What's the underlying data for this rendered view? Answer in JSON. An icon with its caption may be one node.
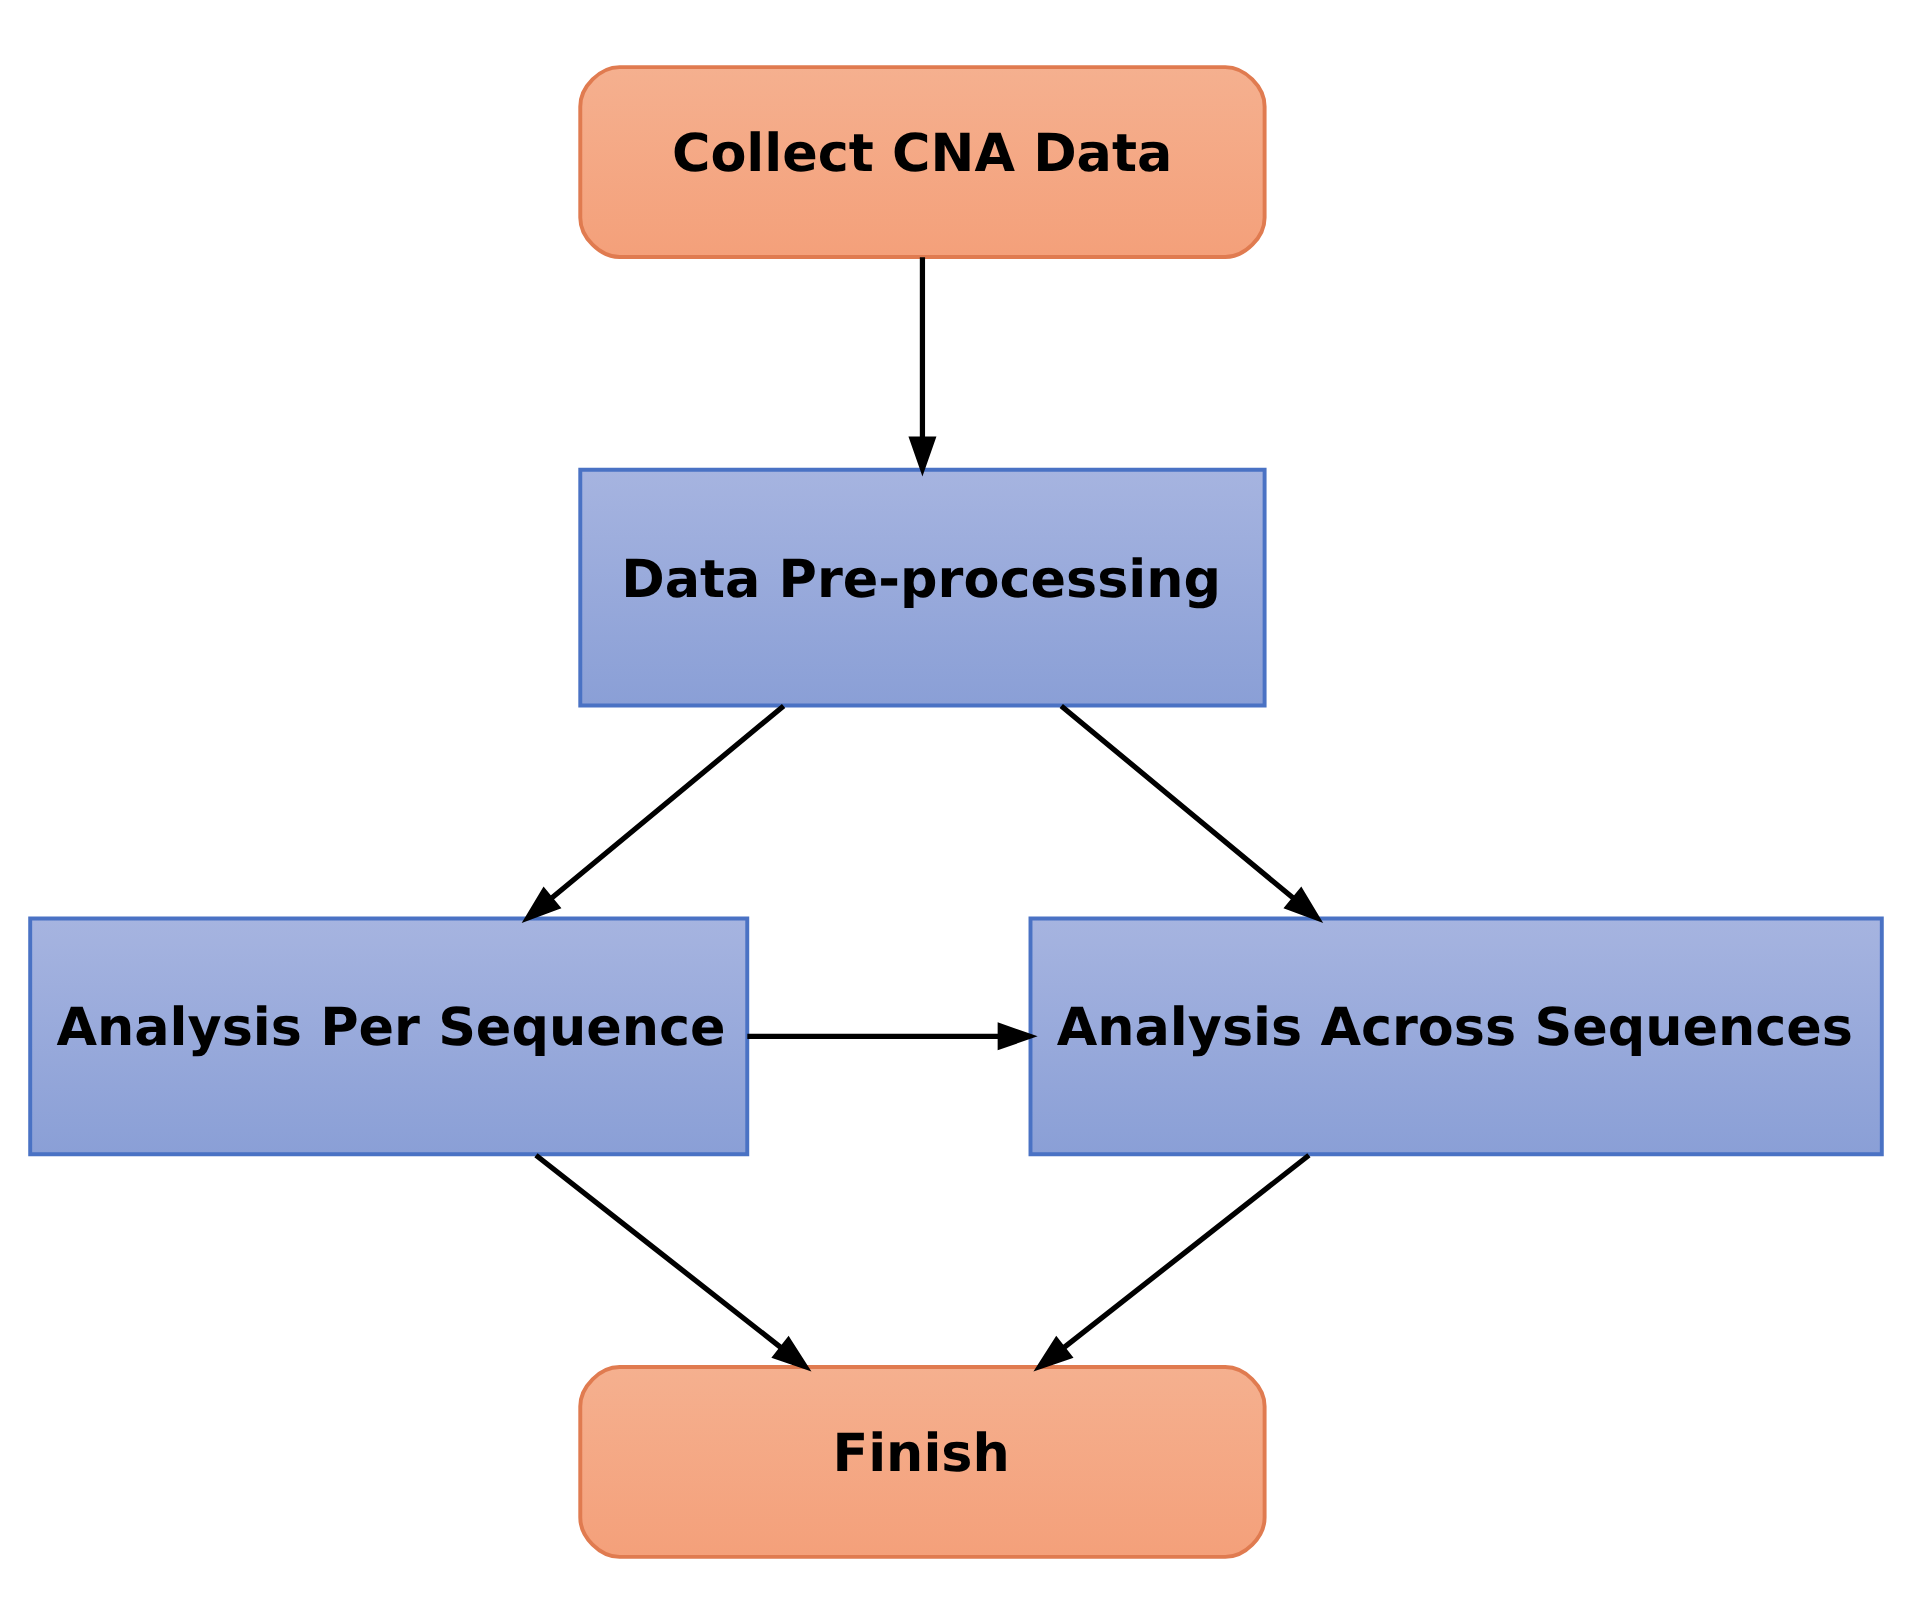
{
  "diagram": {
    "nodes": [
      {
        "text": [
          "Collect CNA Data"
        ]
      },
      {
        "text": [
          "Data Pre-processing"
        ]
      },
      {
        "text": [
          "Analysis Per Sequence"
        ]
      },
      {
        "text": [
          "Analysis Across Sequences"
        ]
      },
      {
        "text": [
          "Finish"
        ]
      }
    ],
    "edges": [
      {
        "from": 0,
        "to": 1,
        "arrow": "to"
      },
      {
        "from": 1,
        "to": 2,
        "arrow": "to"
      },
      {
        "from": 1,
        "to": 3,
        "arrow": "to"
      },
      {
        "from": 2,
        "to": 3,
        "arrow": "to"
      },
      {
        "from": 2,
        "to": 4,
        "arrow": "to"
      },
      {
        "from": 3,
        "to": 4,
        "arrow": "to"
      }
    ]
  }
}
